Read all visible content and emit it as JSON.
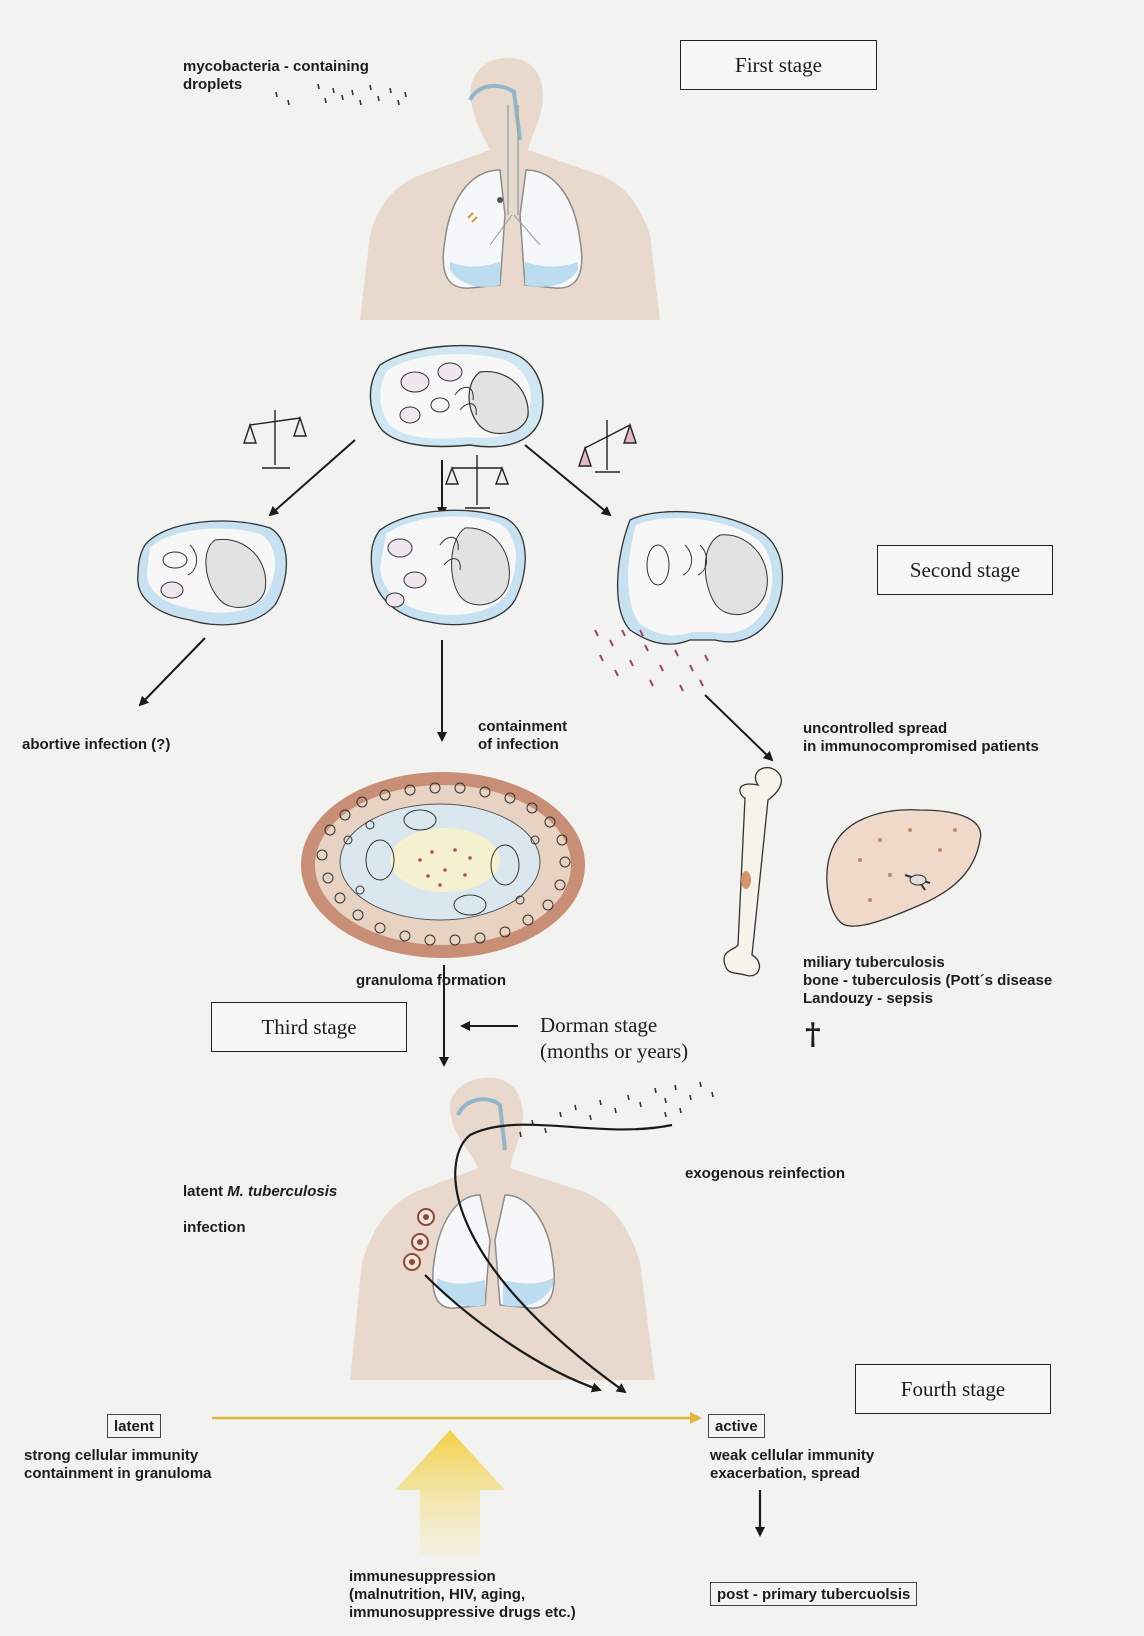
{
  "stages": {
    "first": "First stage",
    "second": "Second stage",
    "third": "Third stage",
    "fourth": "Fourth stage"
  },
  "labels": {
    "droplets": "mycobacteria - containing\ndroplets",
    "abortive": "abortive infection (?)",
    "containment": "containment\nof infection",
    "uncontrolled": "uncontrolled spread\nin immunocompromised patients",
    "granuloma": "granuloma formation",
    "miliary": "miliary tuberculosis\nbone - tuberculosis (Pott´s disease\nLandouzy - sepsis",
    "dorman": "Dorman stage\n(months or years)",
    "latent_infection_prefix": "latent ",
    "latent_infection_species": "M. tuberculosis",
    "latent_infection_suffix": "infection",
    "reinfection": "exogenous reinfection",
    "latent_box": "latent",
    "active_box": "active",
    "strong_immunity": "strong cellular immunity\ncontainment in granuloma",
    "weak_immunity": "weak cellular immunity\nexacerbation, spread",
    "post_primary": "post - primary tubercuolsis",
    "immunosuppression": "immunesuppression\n(malnutrition, HIV, aging,\nimmunosuppressive drugs etc.)",
    "dagger": "†"
  },
  "colors": {
    "body_silhouette": "#e9d9cc",
    "cell_blue": "#bcdcef",
    "granuloma_rim": "#c98f76",
    "yellow_arrow": "#f4d451",
    "yellow_line": "#e3b53a"
  },
  "icons": [
    "balance-scale-icon",
    "dagger-icon",
    "bone-icon",
    "liver-icon"
  ]
}
